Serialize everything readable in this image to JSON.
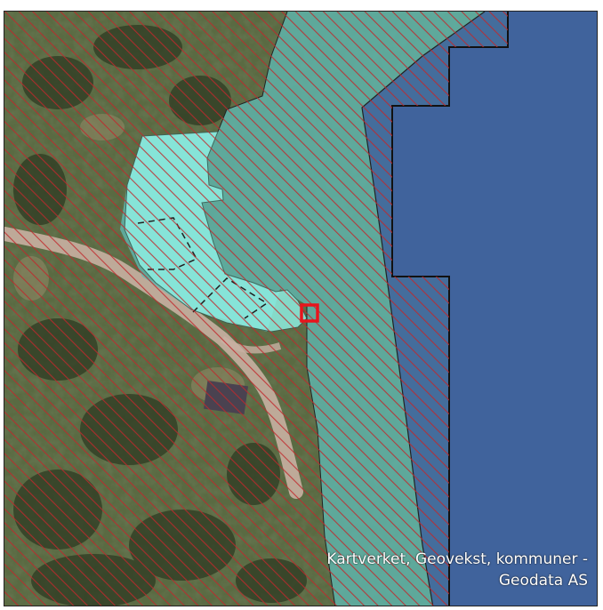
{
  "map": {
    "attribution_line1": "Kartverket, Geovekst, kommuner -",
    "attribution_line2": "Geodata AS",
    "colors": {
      "water": "#40639c",
      "hatch": "#c0282c",
      "shore_zone": "#5fb8b0",
      "wetland": "#8ff2e6",
      "marker": "#e8141c",
      "land_dark": "#3b4a2c",
      "road": "#c9b0a2"
    },
    "layers": [
      "aerial-orthophoto",
      "sea-area",
      "shore-zone-hatched",
      "wetland-polygon",
      "property-marker"
    ]
  }
}
